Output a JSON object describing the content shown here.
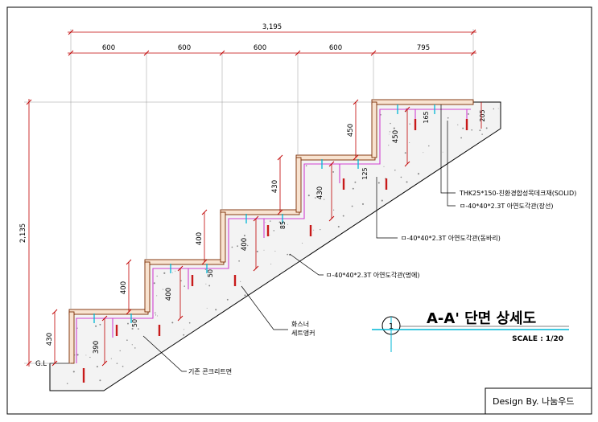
{
  "dimensions": {
    "total_width": "3,195",
    "tread_widths": [
      "600",
      "600",
      "600",
      "600",
      "795"
    ],
    "total_height": "2,135",
    "riser_heights": [
      "430",
      "400",
      "400",
      "430",
      "450"
    ],
    "inner_heights": [
      "390",
      "400",
      "400",
      "430",
      "450"
    ],
    "small_dims": [
      "50",
      "50",
      "85",
      "125",
      "165",
      "205"
    ]
  },
  "labels": {
    "deck_material": "THK25*150-친환경합성목데크재(SOLID)",
    "top_tube": "ㅁ-40*40*2.3T 아연도각관(장선)",
    "post_tube": "ㅁ-40*40*2.3T 아연도각관(동바리)",
    "bottom_tube": "ㅁ-40*40*2.3T 아연도각관(멍에)",
    "anchor": "화스너\n세트앵커",
    "existing_concrete": "기존 콘크리트면",
    "ground_level": "G.L"
  },
  "title_block": {
    "section_number": "1",
    "title": "A-A' 단면 상세도",
    "scale": "SCALE : 1/20",
    "credit": "Design By. 나눔우드"
  },
  "colors": {
    "dimension": "#c00000",
    "deck": "#7a2a00",
    "tube": "#d040d0",
    "bolt": "#00b7d6",
    "anchor": "#c81a1a"
  }
}
